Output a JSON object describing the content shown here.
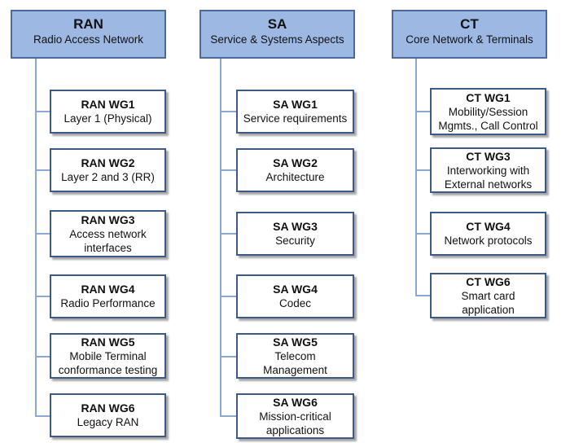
{
  "columns": [
    {
      "key": "ran",
      "title": "RAN",
      "subtitle": "Radio Access Network",
      "groups": [
        {
          "title": "RAN WG1",
          "desc": "Layer 1 (Physical)"
        },
        {
          "title": "RAN WG2",
          "desc": "Layer 2 and 3 (RR)"
        },
        {
          "title": "RAN WG3",
          "desc": "Access network\ninterfaces"
        },
        {
          "title": "RAN WG4",
          "desc": "Radio Performance"
        },
        {
          "title": "RAN WG5",
          "desc": "Mobile Terminal\nconformance testing"
        },
        {
          "title": "RAN WG6",
          "desc": "Legacy RAN"
        }
      ]
    },
    {
      "key": "sa",
      "title": "SA",
      "subtitle": "Service & Systems Aspects",
      "groups": [
        {
          "title": "SA WG1",
          "desc": "Service requirements"
        },
        {
          "title": "SA WG2",
          "desc": "Architecture"
        },
        {
          "title": "SA WG3",
          "desc": "Security"
        },
        {
          "title": "SA WG4",
          "desc": "Codec"
        },
        {
          "title": "SA WG5",
          "desc": "Telecom\nManagement"
        },
        {
          "title": "SA WG6",
          "desc": "Mission-critical\napplications"
        }
      ]
    },
    {
      "key": "ct",
      "title": "CT",
      "subtitle": "Core Network & Terminals",
      "groups": [
        {
          "title": "CT WG1",
          "desc": "Mobility/Session\nMgmts., Call Control"
        },
        {
          "title": "CT WG3",
          "desc": "Interworking with\nExternal networks"
        },
        {
          "title": "CT WG4",
          "desc": "Network protocols"
        },
        {
          "title": "CT WG6",
          "desc": "Smart card\napplication"
        }
      ]
    }
  ],
  "colors": {
    "header_fill": "#9db9e3",
    "border": "#3b5a86",
    "connector": "#8aa8d2"
  }
}
